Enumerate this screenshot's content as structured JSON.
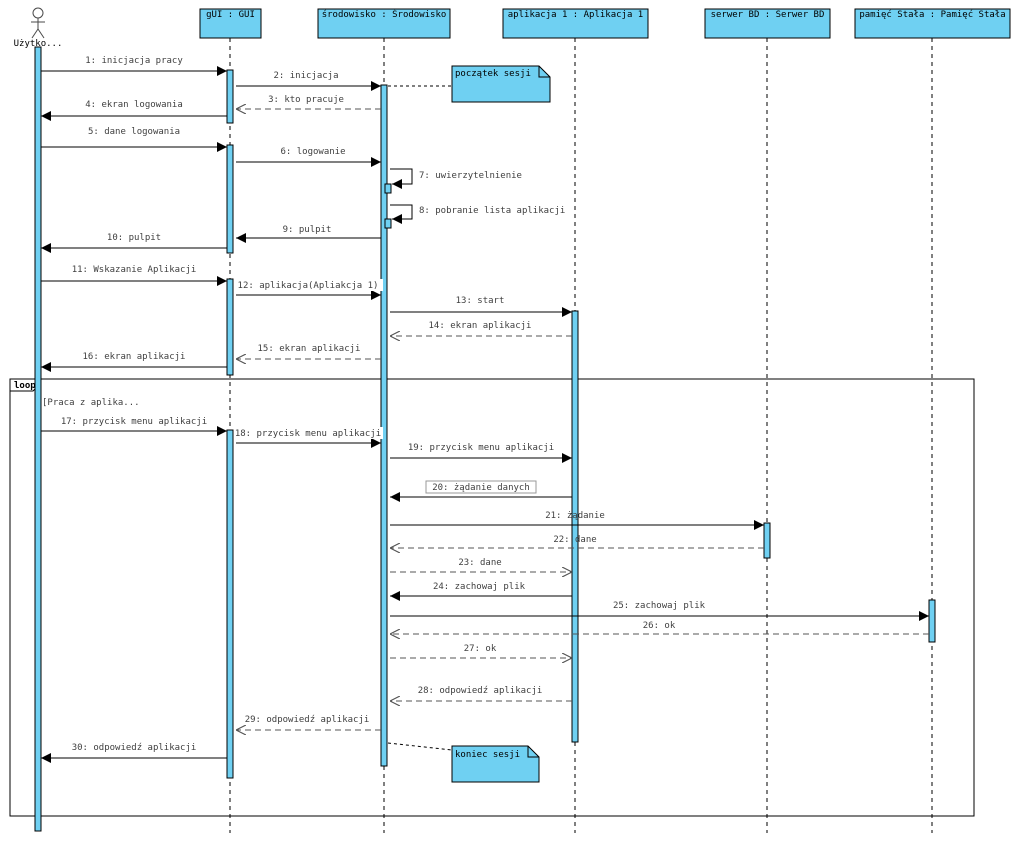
{
  "diagram": {
    "actor": {
      "label": "Użytko..."
    },
    "participants": [
      {
        "id": "gui",
        "label": "gUI : GUI"
      },
      {
        "id": "sro",
        "label": "środowisko : Środowisko"
      },
      {
        "id": "app",
        "label": "aplikacja 1 : Aplikacja 1"
      },
      {
        "id": "srv",
        "label": "serwer BD : Serwer BD"
      },
      {
        "id": "mem",
        "label": "pamięć Stała : Pamięć Stała"
      }
    ],
    "messages": [
      {
        "n": 1,
        "text": "1: inicjacja pracy",
        "from": "actor",
        "to": "gui",
        "kind": "sync"
      },
      {
        "n": 2,
        "text": "2: inicjacja",
        "from": "gui",
        "to": "sro",
        "kind": "sync"
      },
      {
        "n": 3,
        "text": "3: kto pracuje",
        "from": "sro",
        "to": "gui",
        "kind": "return"
      },
      {
        "n": 4,
        "text": "4: ekran logowania",
        "from": "gui",
        "to": "actor",
        "kind": "sync"
      },
      {
        "n": 5,
        "text": "5: dane logowania",
        "from": "actor",
        "to": "gui",
        "kind": "sync"
      },
      {
        "n": 6,
        "text": "6: logowanie",
        "from": "gui",
        "to": "sro",
        "kind": "sync"
      },
      {
        "n": 7,
        "text": "7: uwierzytelnienie",
        "from": "sro",
        "to": "sro",
        "kind": "self"
      },
      {
        "n": 8,
        "text": "8: pobranie lista aplikacji",
        "from": "sro",
        "to": "sro",
        "kind": "self"
      },
      {
        "n": 9,
        "text": "9: pulpit",
        "from": "sro",
        "to": "gui",
        "kind": "sync"
      },
      {
        "n": 10,
        "text": "10: pulpit",
        "from": "gui",
        "to": "actor",
        "kind": "sync"
      },
      {
        "n": 11,
        "text": "11: Wskazanie Aplikacji",
        "from": "actor",
        "to": "gui",
        "kind": "sync"
      },
      {
        "n": 12,
        "text": "12: aplikacja(Apliakcja 1)",
        "from": "gui",
        "to": "sro",
        "kind": "sync"
      },
      {
        "n": 13,
        "text": "13: start",
        "from": "sro",
        "to": "app",
        "kind": "sync"
      },
      {
        "n": 14,
        "text": "14: ekran aplikacji",
        "from": "app",
        "to": "sro",
        "kind": "return"
      },
      {
        "n": 15,
        "text": "15: ekran aplikacji",
        "from": "sro",
        "to": "gui",
        "kind": "return"
      },
      {
        "n": 16,
        "text": "16: ekran aplikacji",
        "from": "gui",
        "to": "actor",
        "kind": "sync"
      },
      {
        "n": 17,
        "text": "17: przycisk menu aplikacji",
        "from": "actor",
        "to": "gui",
        "kind": "sync"
      },
      {
        "n": 18,
        "text": "18: przycisk menu aplikacji",
        "from": "gui",
        "to": "sro",
        "kind": "sync"
      },
      {
        "n": 19,
        "text": "19: przycisk menu aplikacji",
        "from": "sro",
        "to": "app",
        "kind": "sync"
      },
      {
        "n": 20,
        "text": "20: żądanie danych",
        "from": "app",
        "to": "sro",
        "kind": "sync"
      },
      {
        "n": 21,
        "text": "21: żądanie",
        "from": "sro",
        "to": "srv",
        "kind": "sync"
      },
      {
        "n": 22,
        "text": "22: dane",
        "from": "srv",
        "to": "sro",
        "kind": "return"
      },
      {
        "n": 23,
        "text": "23: dane",
        "from": "sro",
        "to": "app",
        "kind": "return"
      },
      {
        "n": 24,
        "text": "24: zachowaj plik",
        "from": "app",
        "to": "sro",
        "kind": "sync"
      },
      {
        "n": 25,
        "text": "25: zachowaj plik",
        "from": "sro",
        "to": "mem",
        "kind": "sync"
      },
      {
        "n": 26,
        "text": "26: ok",
        "from": "mem",
        "to": "sro",
        "kind": "return"
      },
      {
        "n": 27,
        "text": "27: ok",
        "from": "sro",
        "to": "app",
        "kind": "return"
      },
      {
        "n": 28,
        "text": "28: odpowiedź aplikacji",
        "from": "app",
        "to": "sro",
        "kind": "return"
      },
      {
        "n": 29,
        "text": "29: odpowiedź aplikacji",
        "from": "sro",
        "to": "gui",
        "kind": "return"
      },
      {
        "n": 30,
        "text": "30: odpowiedź aplikacji",
        "from": "gui",
        "to": "actor",
        "kind": "sync"
      }
    ],
    "notes": [
      {
        "id": "start-note",
        "text": "początek sesji"
      },
      {
        "id": "end-note",
        "text": "koniec sesji"
      }
    ],
    "fragment": {
      "operator": "loop",
      "guard": "[Praca z aplika..."
    },
    "colors": {
      "fill": "#6fd0f2",
      "line": "#000000",
      "text": "#3f3f3f"
    }
  }
}
